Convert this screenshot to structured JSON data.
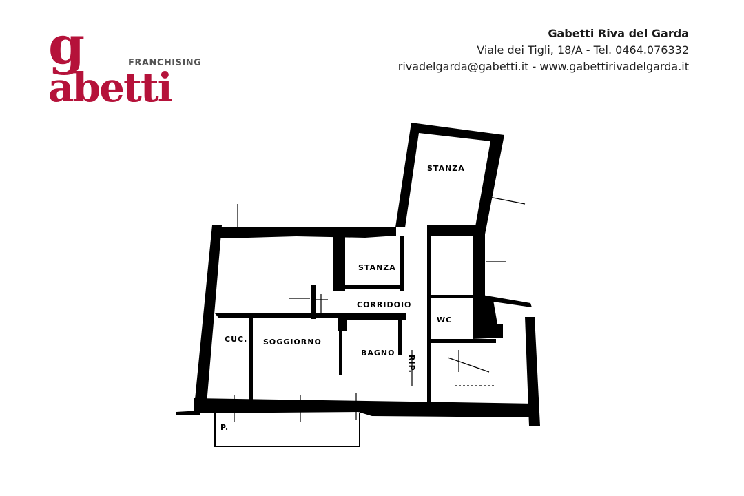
{
  "brand": {
    "logo_word": "abetti",
    "logo_initial": "g",
    "logo_subtitle": "FRANCHISING",
    "logo_color": "#B5123A",
    "subtitle_color": "#555555"
  },
  "agency": {
    "name": "Gabetti Riva del Garda",
    "address_line": "Viale dei Tigli, 18/A - Tel. 0464.076332",
    "contact_line": "rivadelgarda@gabetti.it - www.gabettirivadelgarda.it"
  },
  "floor_plan": {
    "wall_color": "#000000",
    "rooms": [
      {
        "id": "stanza",
        "label": "STANZA"
      },
      {
        "id": "stanza2",
        "label": "STANZA"
      },
      {
        "id": "corridoio",
        "label": "CORRIDOIO"
      },
      {
        "id": "cucina",
        "label": "CUC."
      },
      {
        "id": "soggiorno",
        "label": "SOGGIORNO"
      },
      {
        "id": "bagno",
        "label": "BAGNO"
      },
      {
        "id": "ripostiglio",
        "label": "RIP."
      },
      {
        "id": "wc",
        "label": "WC"
      },
      {
        "id": "balcone",
        "label": "P."
      }
    ]
  }
}
